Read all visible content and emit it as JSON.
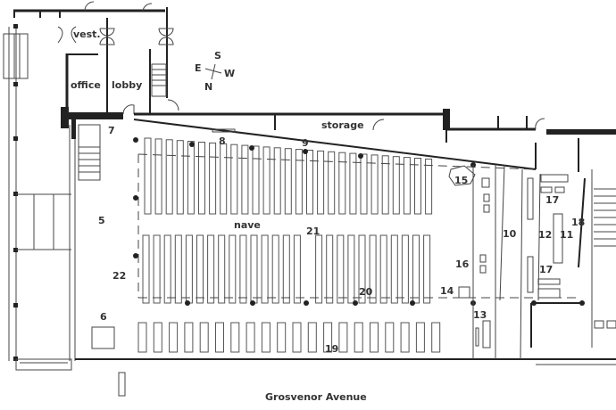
{
  "title": "Church floor plan",
  "rooms": {
    "vestibule": "vest.",
    "office": "office",
    "lobby": "lobby",
    "storage": "storage",
    "nave": "nave"
  },
  "compass": {
    "south": "S",
    "east": "E",
    "west": "W",
    "north": "N"
  },
  "numbers": {
    "n5": "5",
    "n6": "6",
    "n7": "7",
    "n8": "8",
    "n9": "9",
    "n10": "10",
    "n11": "11",
    "n12": "12",
    "n13": "13",
    "n14": "14",
    "n15": "15",
    "n16": "16",
    "n17a": "17",
    "n17b": "17",
    "n18": "18",
    "n19": "19",
    "n20": "20",
    "n21": "21",
    "n22": "22"
  },
  "street": "Grosvenor Avenue",
  "colors": {
    "lines": "#222222",
    "background": "#ffffff"
  }
}
